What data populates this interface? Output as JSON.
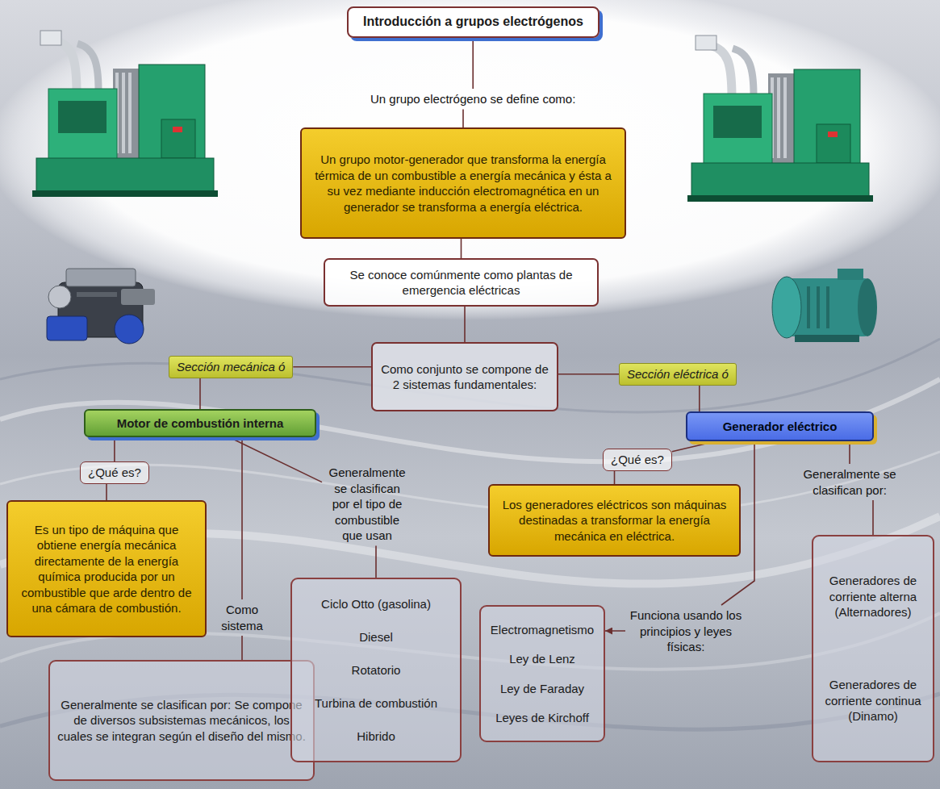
{
  "diagram": {
    "nodes": [
      {
        "text": [
          "Introducción a grupos electrógenos"
        ]
      },
      {
        "text": [
          "Un grupo motor-generador que transforma la energía térmica de un combustible a energía mecánica y ésta a su vez mediante inducción electromagnética en un generador se transforma a energía eléctrica."
        ]
      },
      {
        "text": [
          "Se conoce comúnmente como plantas de emergencia eléctricas"
        ]
      },
      {
        "text": [
          "Como conjunto se compone de 2 sistemas fundamentales:"
        ]
      },
      {
        "text": [
          "Sección mecánica ó"
        ]
      },
      {
        "text": [
          "Sección eléctrica ó"
        ]
      },
      {
        "text": [
          "Motor de combustión interna"
        ]
      },
      {
        "text": [
          "Generador eléctrico"
        ]
      },
      {
        "text": [
          "¿Qué es?"
        ]
      },
      {
        "text": [
          "Es un tipo de máquina que obtiene energía mecánica directamente de la energía química producida por un combustible que arde dentro de una cámara de combustión."
        ]
      },
      {
        "text": [
          "Generalmente se clasifican por: Se compone de diversos subsistemas mecánicos, los cuales se integran según el diseño del mismo."
        ]
      },
      {
        "text": [
          "Ciclo Otto (gasolina)",
          "Diesel",
          "Rotatorio",
          "Turbina de combustión",
          "Hibrido"
        ]
      },
      {
        "text": [
          "¿Qué es?"
        ]
      },
      {
        "text": [
          "Los generadores eléctricos son máquinas destinadas a transformar la energía mecánica en eléctrica."
        ]
      },
      {
        "text": [
          "Electromagnetismo",
          "Ley de Lenz",
          "Ley de Faraday",
          "Leyes de Kirchoff"
        ]
      },
      {
        "text": [
          "Generadores de corriente alterna (Alternadores)",
          "Generadores de corriente continua (Dinamo)"
        ]
      }
    ],
    "edges": [
      {
        "from": 0,
        "to": 1,
        "arrow": "none",
        "label": "Un grupo electrógeno se define como:"
      },
      {
        "from": 1,
        "to": 2,
        "arrow": "none"
      },
      {
        "from": 2,
        "to": 3,
        "arrow": "none"
      },
      {
        "from": 3,
        "to": 4,
        "arrow": "none"
      },
      {
        "from": 3,
        "to": 5,
        "arrow": "none"
      },
      {
        "from": 4,
        "to": 6,
        "arrow": "none"
      },
      {
        "from": 5,
        "to": 7,
        "arrow": "none"
      },
      {
        "from": 6,
        "to": 8,
        "arrow": "none"
      },
      {
        "from": 8,
        "to": 9,
        "arrow": "none"
      },
      {
        "from": 6,
        "to": 10,
        "arrow": "none",
        "label": "Como sistema"
      },
      {
        "from": 6,
        "to": 11,
        "arrow": "none",
        "label": "Generalmente se clasifican por el tipo de combustible que usan"
      },
      {
        "from": 7,
        "to": 12,
        "arrow": "none"
      },
      {
        "from": 12,
        "to": 13,
        "arrow": "none"
      },
      {
        "from": 7,
        "to": 14,
        "arrow": "to",
        "label": "Funciona usando los principios y leyes físicas:"
      },
      {
        "from": 7,
        "to": 15,
        "arrow": "none",
        "label": "Generalmente se clasifican por:"
      }
    ]
  }
}
